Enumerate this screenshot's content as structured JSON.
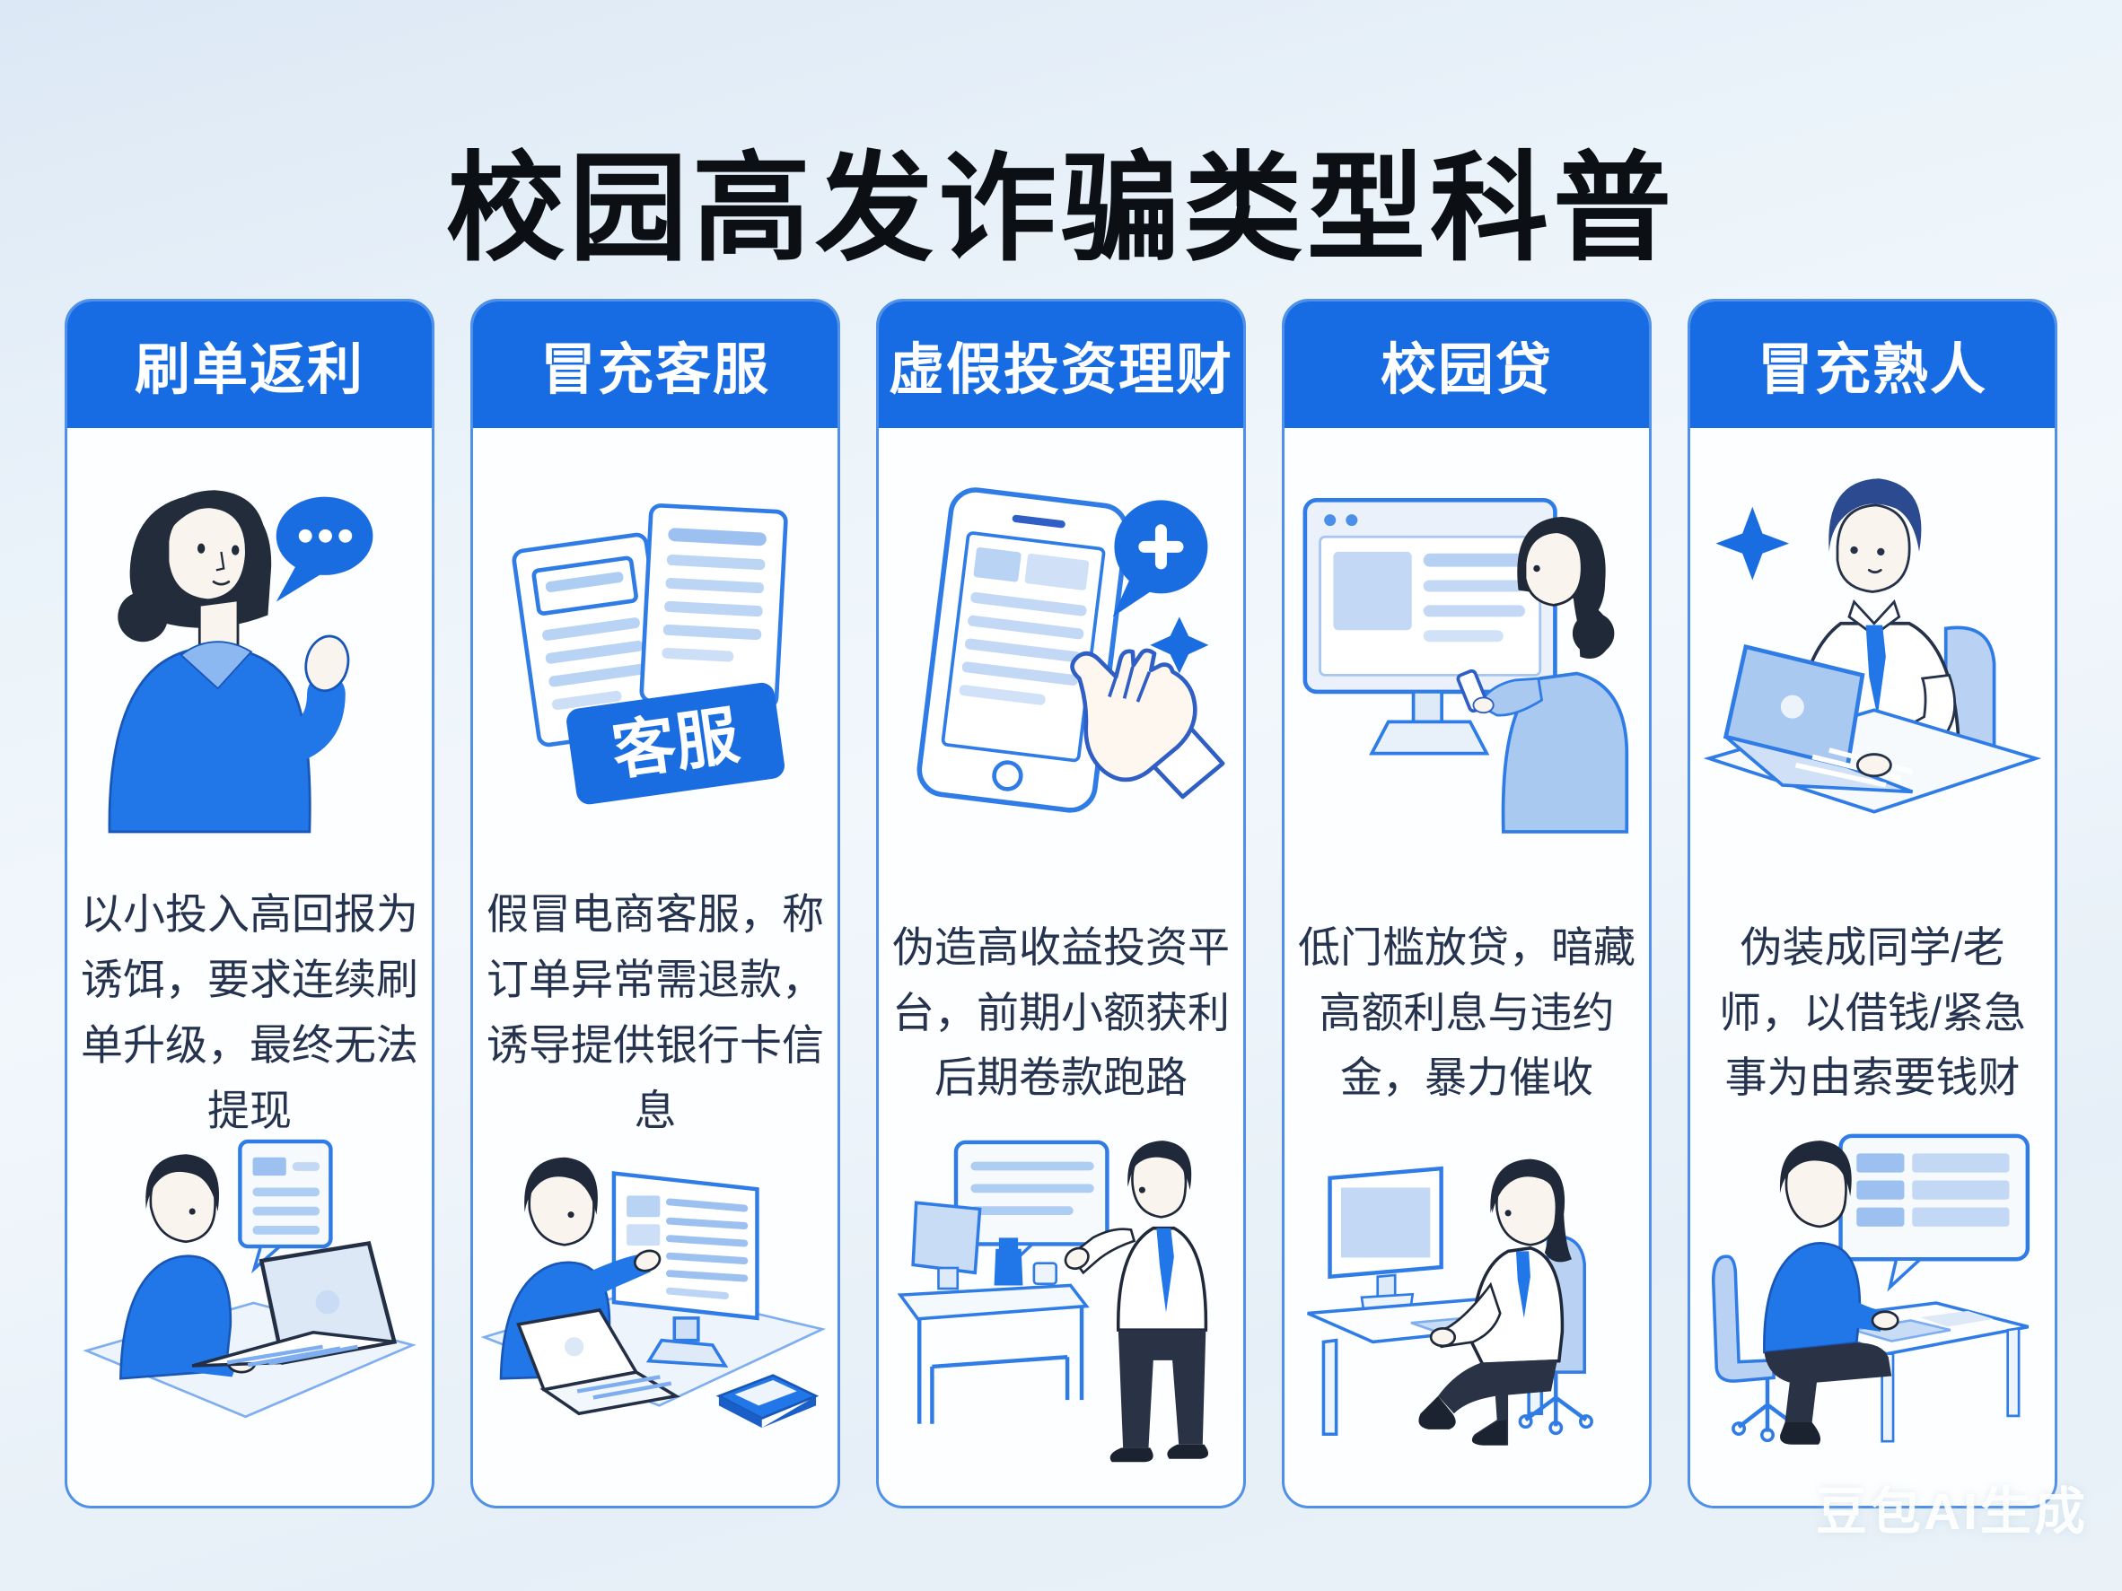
{
  "page": {
    "title": "校园高发诈骗类型科普",
    "watermark": "豆包AI生成"
  },
  "colors": {
    "header_blue": "#176ce3",
    "accent_blue": "#2176e8",
    "card_border_blue": "#4f90e9",
    "light_blue_fill": "#aecdf2",
    "description_text": "#26334e",
    "title_text": "#0c1014",
    "dark_hair": "#20293a",
    "skin": "#faf4ee"
  },
  "cards": [
    {
      "title": "刷单返利",
      "description": "以小投入高回报为诱饵，要求连续刷单升级，最终无法提现",
      "top_illustration": "woman-with-speech-bubble",
      "bottom_illustration": "person-typing-laptop-chat-document"
    },
    {
      "title": "冒充客服",
      "description": "假冒电商客服，称订单异常需退款，诱导提供银行卡信息",
      "badge_label": "客服",
      "top_illustration": "documents-with-customer-service-badge",
      "bottom_illustration": "person-laptop-monitor-book"
    },
    {
      "title": "虚假投资理财",
      "description": "伪造高收益投资平台，前期小额获利后期卷款跑路",
      "top_illustration": "phone-add-bubble-pointing-hand",
      "bottom_illustration": "standing-man-desk-speech-bubble"
    },
    {
      "title": "校园贷",
      "description": "低门槛放贷，暗藏高额利息与违约金，暴力催收",
      "top_illustration": "woman-with-monitor-and-phone",
      "bottom_illustration": "woman-seated-workstation"
    },
    {
      "title": "冒充熟人",
      "description": "伪装成同学/老师，以借钱/紧急事为由索要钱财",
      "top_illustration": "man-at-laptop-with-sparkle",
      "bottom_illustration": "man-seated-desk-chat-bubble"
    }
  ]
}
